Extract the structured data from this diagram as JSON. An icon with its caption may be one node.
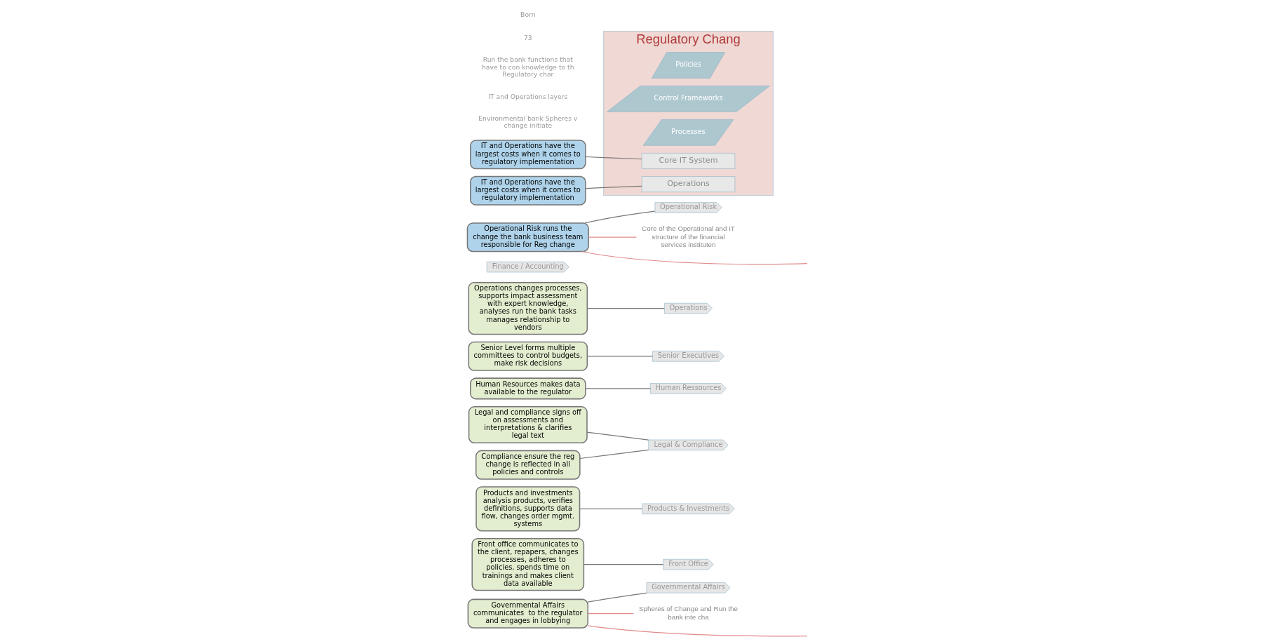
{
  "diagram": {
    "nodes": [
      {
        "text": [
          "Governmental Affairs"
        ]
      },
      {
        "text": [
          "Front Office"
        ]
      },
      {
        "text": [
          "Products & Investments"
        ]
      },
      {
        "text": [
          "Legal & Compliance"
        ]
      },
      {
        "text": [
          "Human Ressources"
        ]
      },
      {
        "text": [
          "Senior Executives"
        ]
      },
      {
        "text": [
          "Operations"
        ]
      },
      {
        "text": [
          "Finance / Accounting"
        ]
      },
      {
        "text": [
          "Operational Risk"
        ]
      },
      {
        "text": [
          "Regulatory Chang"
        ]
      },
      {
        "text": [
          "Policies"
        ],
        "in": 9
      },
      {
        "text": [
          "Control Frameworks"
        ],
        "in": 9
      },
      {
        "text": [
          "Processes"
        ],
        "in": 9
      },
      {
        "text": [
          "Core IT System"
        ],
        "in": 9
      },
      {
        "text": [
          "Operations"
        ],
        "in": 9
      },
      {
        "text": [
          "Front office communicates to the client, repapers, changes processes, adheres to policies, spends time on trainings and makes client data available"
        ]
      },
      {
        "text": [
          "Governmental Affairs communicates  to the regulator and engages in lobbying"
        ]
      },
      {
        "text": [
          "Legal and compliance signs off on assessments and interpretations & clarifies legal text"
        ]
      },
      {
        "text": [
          "Products and investments analysis products, verifies definitions, supports data flow, changes order mgmt. systems"
        ]
      },
      {
        "text": [
          "IT and Operations have the largest costs when it comes to regulatory implementation"
        ]
      },
      {
        "text": [
          "Compliance ensure the reg change is reflected in all policies and controls"
        ]
      },
      {
        "text": [
          "Human Resources makes data available to the regulator"
        ]
      },
      {
        "text": [
          "IT and Operations have the largest costs when it comes to regulatory implementation"
        ]
      },
      {
        "text": [
          "Senior Level forms multiple committees to control budgets, make risk decisions"
        ]
      },
      {
        "text": [
          "Operations changes processes, supports impact assessment with expert knowledge, analyses run the bank tasks manages relationship to vendors"
        ]
      },
      {
        "text": [
          "Operational Risk runs the change the bank business team responsible for Reg change"
        ]
      },
      {
        "text": [
          "Spheres of Change and Run the bank inte cha"
        ]
      },
      {
        "text": [
          "Core of the Operational and IT structure of the financial services instituten"
        ]
      }
    ],
    "edges": [
      {
        "from": 15,
        "to": 1,
        "arrow": "none"
      },
      {
        "from": 16,
        "to": 0,
        "arrow": "none"
      },
      {
        "from": 17,
        "to": 3,
        "arrow": "none"
      },
      {
        "from": 18,
        "to": 2,
        "arrow": "none"
      },
      {
        "from": 19,
        "to": 13,
        "arrow": "none"
      },
      {
        "from": 20,
        "to": 3,
        "arrow": "none"
      },
      {
        "from": 21,
        "to": 4,
        "arrow": "none"
      },
      {
        "from": 22,
        "to": 14,
        "arrow": "none"
      },
      {
        "from": 23,
        "to": 5,
        "arrow": "none"
      },
      {
        "from": 24,
        "to": 6,
        "arrow": "none"
      },
      {
        "from": 25,
        "to": 8,
        "arrow": "none"
      },
      {
        "from": 16,
        "to": 26,
        "arrow": "none",
        "color": "#e08a8a"
      },
      {
        "from": 16,
        "to": null,
        "arrow": "none",
        "color": "#e08a8a"
      },
      {
        "from": 25,
        "to": 27,
        "arrow": "none",
        "color": "#e08a8a"
      },
      {
        "from": 25,
        "to": null,
        "arrow": "none",
        "color": "#e08a8a"
      }
    ],
    "labels": [
      "Environmental bank Spheres v change initiate",
      "IT and Operations layers",
      "Run the bank functions that have to con knowledge to th Regulatory char",
      "73",
      "Born"
    ]
  }
}
